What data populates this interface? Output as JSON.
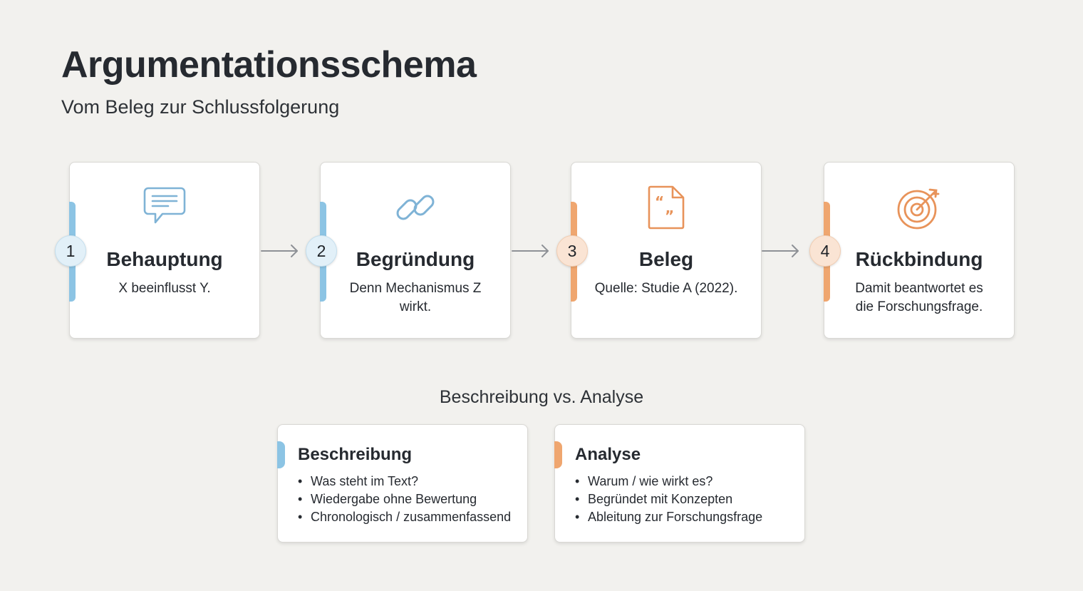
{
  "header": {
    "title": "Argumentationsschema",
    "subtitle": "Vom Beleg zur Schlussfolgerung"
  },
  "colors": {
    "blue": "#8cc4e4",
    "orange": "#efa66f",
    "icon_blue": "#7fb3d6",
    "icon_orange": "#e8935a"
  },
  "steps": [
    {
      "number": "1",
      "title": "Behauptung",
      "text": "X beeinflusst Y.",
      "icon": "speech-bubble-icon",
      "color": "blue"
    },
    {
      "number": "2",
      "title": "Begründung",
      "text": "Denn Mechanismus Z wirkt.",
      "icon": "chain-link-icon",
      "color": "blue"
    },
    {
      "number": "3",
      "title": "Beleg",
      "text": "Quelle: Studie A (2022).",
      "icon": "quote-document-icon",
      "color": "orange"
    },
    {
      "number": "4",
      "title": "Rückbindung",
      "text": "Damit beantwortet es die Forschungsfrage.",
      "icon": "target-arrow-icon",
      "color": "orange"
    }
  ],
  "comparison": {
    "heading": "Beschreibung vs. Analyse",
    "left": {
      "title": "Beschreibung",
      "items": [
        "Was steht im Text?",
        "Wiedergabe ohne Bewertung",
        "Chronologisch / zusammenfassend"
      ]
    },
    "right": {
      "title": "Analyse",
      "items": [
        "Warum / wie wirkt es?",
        "Begründet mit Konzepten",
        "Ableitung zur Forschungsfrage"
      ]
    }
  }
}
